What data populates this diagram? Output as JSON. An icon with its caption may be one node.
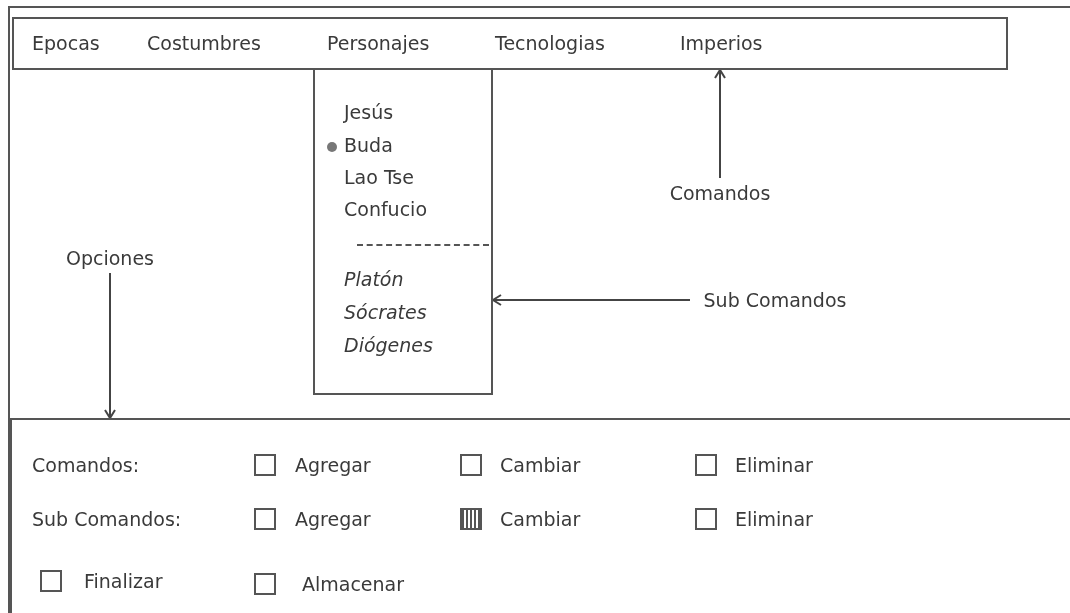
{
  "diagram": {
    "nodes": [
      {
        "text": [
          "Epocas",
          "Costumbres",
          "Personajes",
          "Tecnologias",
          "Imperios"
        ]
      },
      {
        "text": [
          "Jesús",
          "Buda",
          "Lao Tse",
          "Confucio",
          "Platón",
          "Sócrates",
          "Diógenes"
        ]
      },
      {
        "text": [
          "Comandos"
        ]
      },
      {
        "text": [
          "Sub Comandos"
        ]
      },
      {
        "text": [
          "Opciones"
        ]
      },
      {
        "text": [],
        "shape": "box"
      }
    ],
    "edges": [
      {
        "from": 2,
        "to": 0,
        "arrow": "to"
      },
      {
        "from": 3,
        "to": 1,
        "arrow": "to"
      },
      {
        "from": 4,
        "to": 5,
        "arrow": "to"
      }
    ],
    "labels": [
      "Comandos:",
      "Agregar",
      "Cambiar",
      "Eliminar",
      "Sub Comandos:",
      "Agregar",
      "Cambiar",
      "Eliminar",
      "Finalizar",
      "Almacenar"
    ]
  }
}
